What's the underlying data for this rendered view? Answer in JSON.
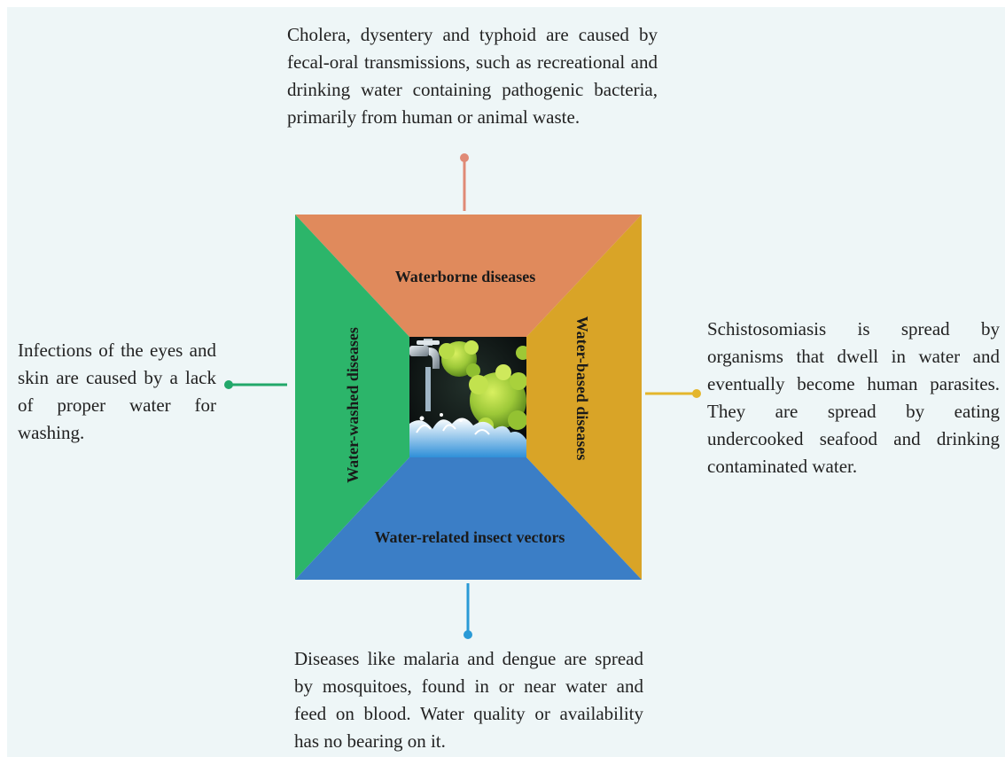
{
  "quadrants": {
    "top": {
      "label": "Waterborne diseases",
      "color": "#e08a5c"
    },
    "left": {
      "label": "Water-washed diseases",
      "color": "#2cb56a"
    },
    "right": {
      "label": "Water-based diseases",
      "color": "#d9a427"
    },
    "bottom": {
      "label": "Water-related insect vectors",
      "color": "#3b7ec6"
    }
  },
  "descriptions": {
    "top": "Cholera, dysentery and typhoid are caused by fecal-oral transmissions, such as recreational and drinking water containing pathogenic bacteria, primarily from human or animal waste.",
    "left": "Infections of the eyes and skin are caused by a lack of proper water for washing.",
    "right": "Schistosomiasis is spread by organisms that dwell in water and eventually become human parasites. They are spread by eating undercooked seafood and drinking contaminated water.",
    "bottom": "Diseases like malaria and dengue are spread by mosquitoes, found in or near water and feed on blood. Water quality or availability has no bearing on it."
  },
  "connector_colors": {
    "top": "#e08a76",
    "left": "#22a86a",
    "right": "#e4b62c",
    "bottom": "#2a9ad6"
  },
  "center_image": {
    "icon": "water-tap-bacteria-image"
  }
}
